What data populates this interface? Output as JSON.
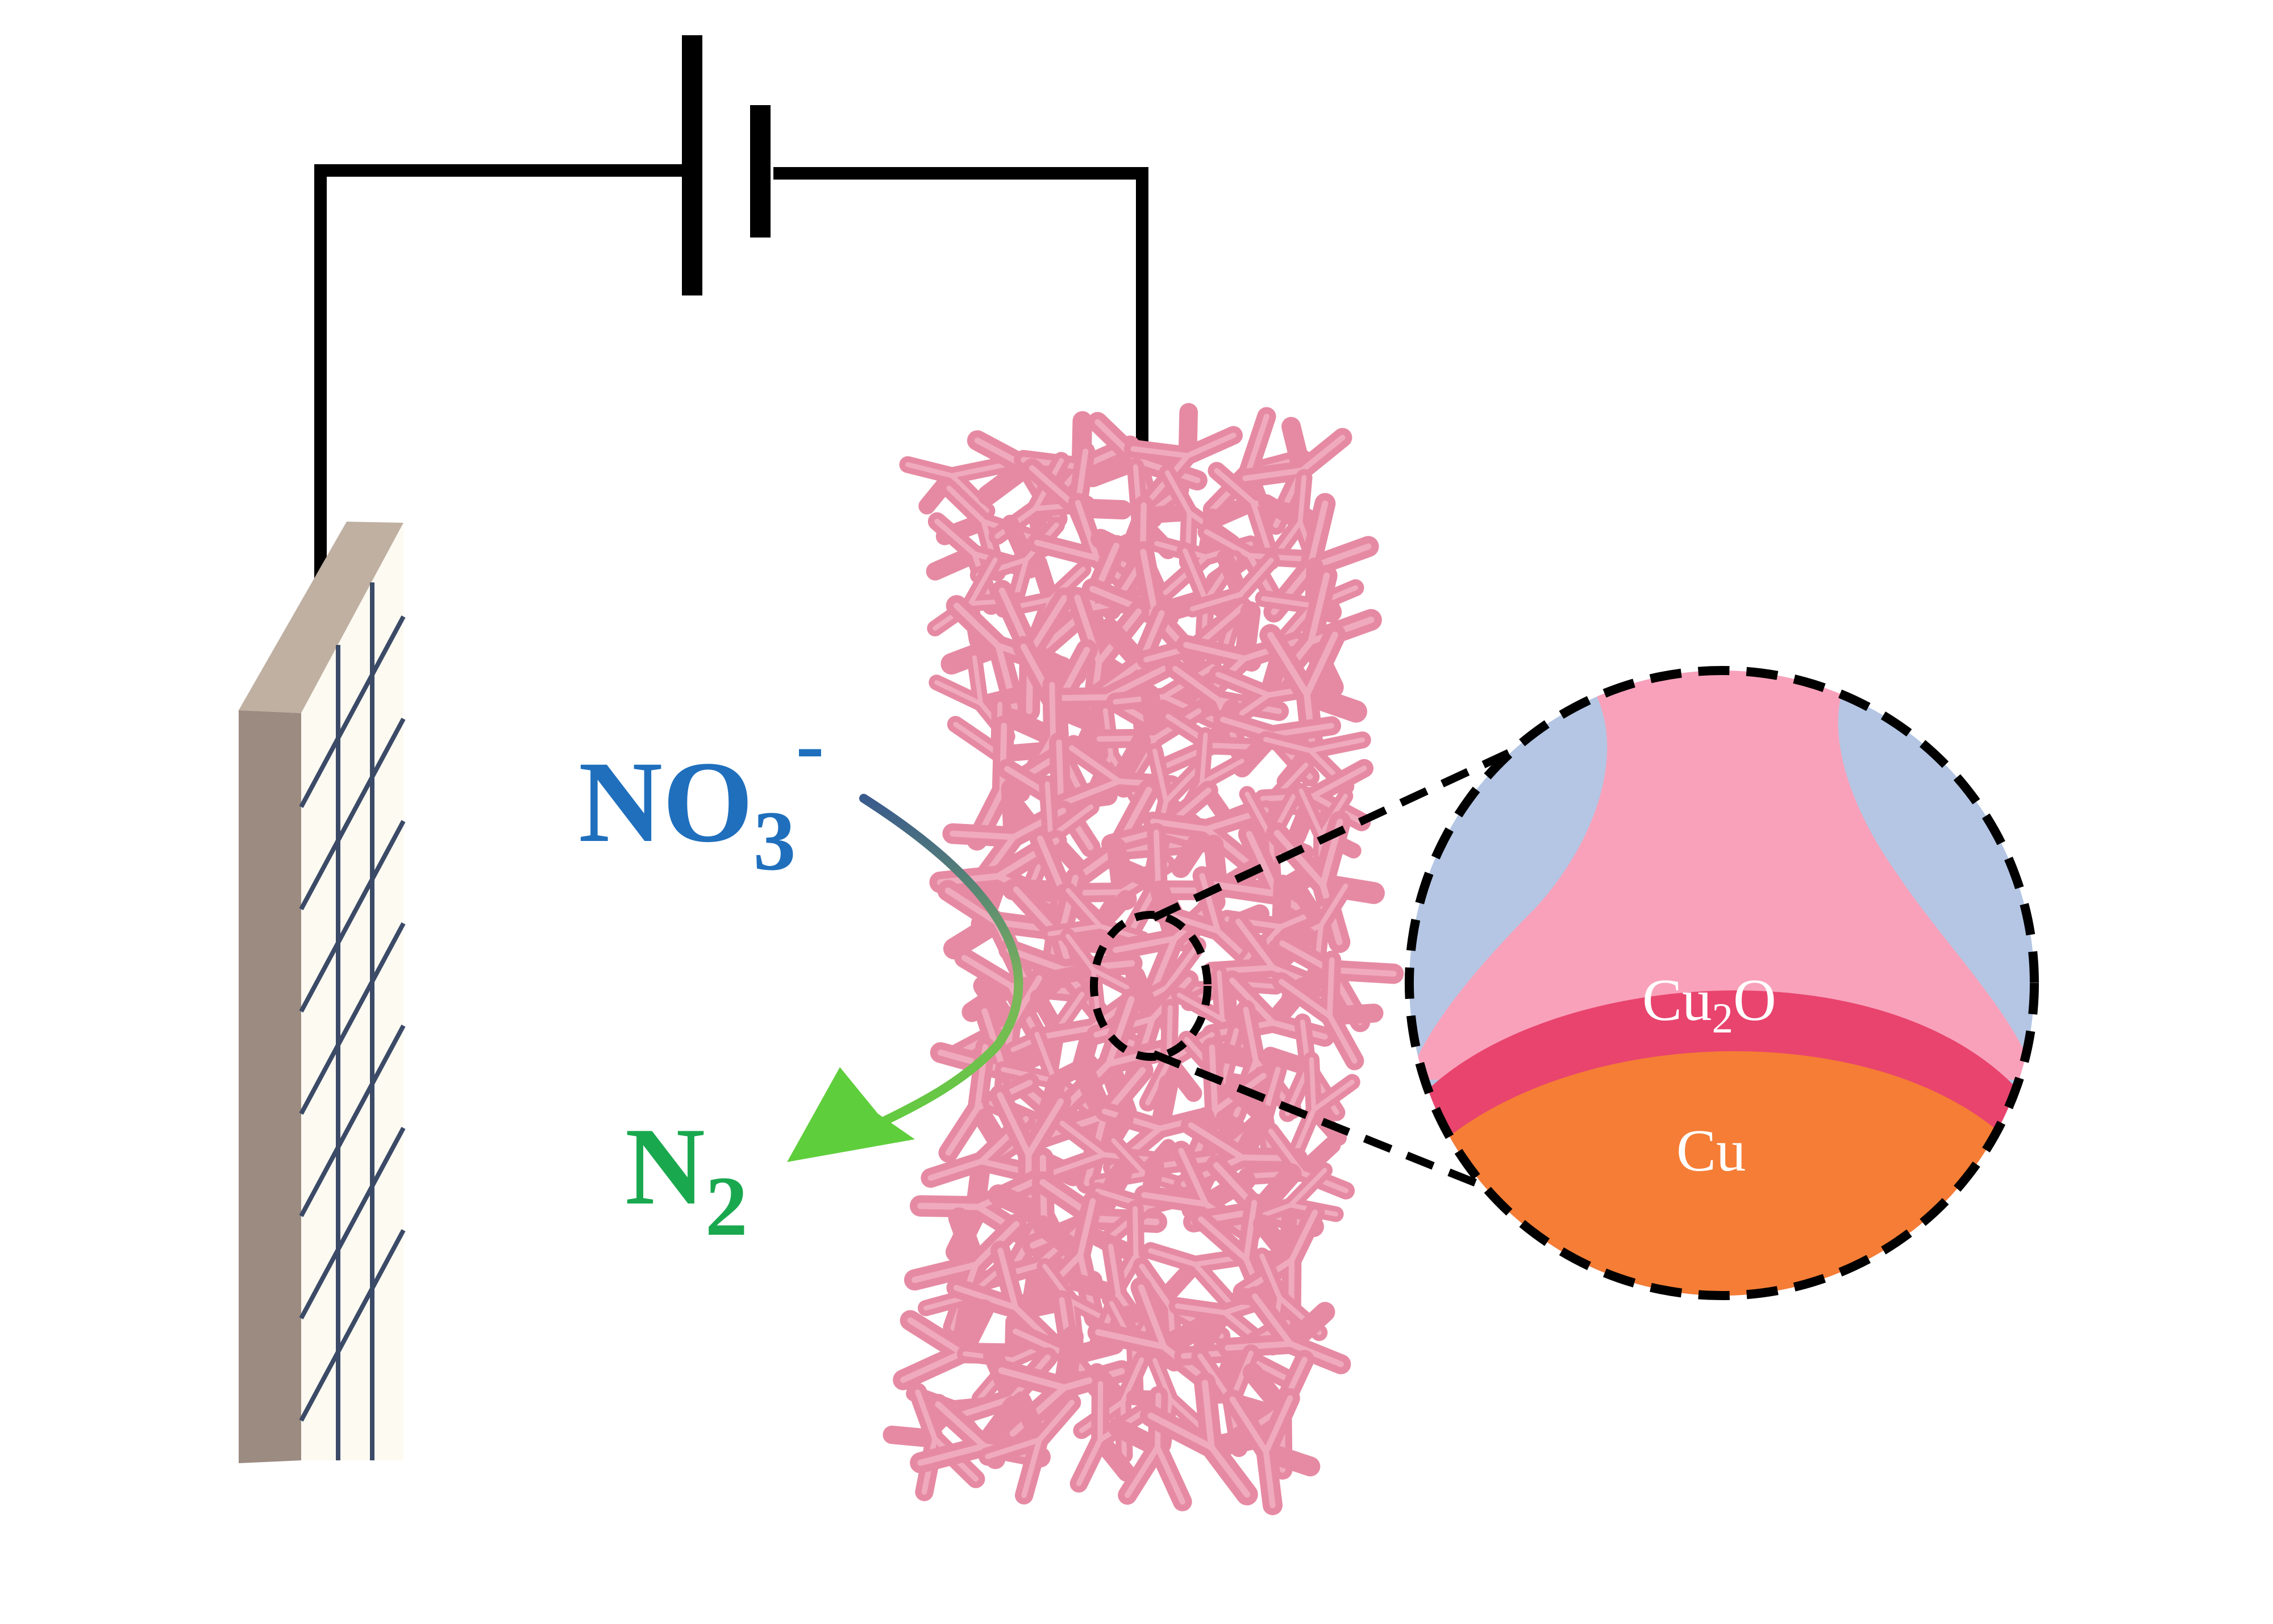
{
  "labels": {
    "reactant": {
      "main": "NO",
      "sub": "3",
      "sup": "-"
    },
    "product": {
      "main": "N",
      "sub": "2"
    },
    "inset": {
      "oxide_layer": {
        "main": "Cu",
        "sub": "2",
        "tail": "O"
      },
      "core": "Cu"
    }
  },
  "colors": {
    "wire": "#000000",
    "electrolyte_blue": "#b4c6e4",
    "foam_pink": "#f9a1ba",
    "framework_pink": "#e38aa2",
    "oxide_red": "#e8446e",
    "copper_orange": "#f57d35",
    "reactant_text": "#1f6fbd",
    "product_text": "#1aa84f",
    "arrow_start": "#3a5a8c",
    "arrow_end": "#5fce3c",
    "counter_electrode_frame": "#9b8b80",
    "counter_electrode_face": "#fdfaf2",
    "counter_electrode_grid": "#3b4a66"
  },
  "icons": {
    "battery": "battery-symbol-icon",
    "counter_electrode": "mesh-electrode-icon",
    "working_electrode": "copper-foam-icon",
    "magnifier": "zoom-inset-icon"
  }
}
